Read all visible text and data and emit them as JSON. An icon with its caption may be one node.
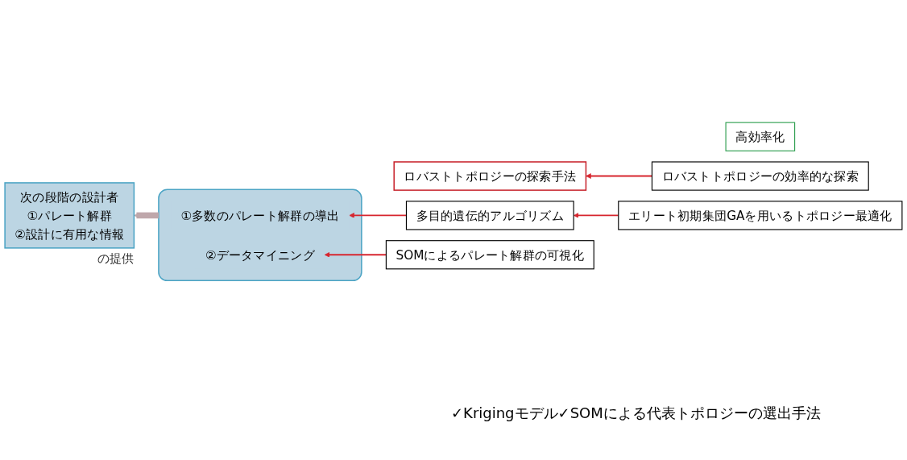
{
  "diagram": {
    "nodes": [
      {
        "text": [
          "ロバストトポロジーの探索手法"
        ]
      },
      {
        "text": [],
        "shape": "box"
      },
      {
        "text": [
          "①多数のパレート解群の導出"
        ],
        "in": 1
      },
      {
        "text": [
          "②データマイニング"
        ],
        "in": 1
      },
      {
        "text": [
          "多目的遺伝的アルゴリズム"
        ]
      },
      {
        "text": [
          "高効率化"
        ]
      },
      {
        "text": [
          "SOMによるパレート解群の可視化"
        ]
      },
      {
        "text": [
          "次の段階の設計者",
          "①パレート解群",
          "②設計に有用な情報"
        ],
        "beside": [
          "の提供"
        ]
      },
      {
        "text": [
          "ロバストトポロジーの効率的な探索"
        ]
      },
      {
        "text": [
          "エリート初期集団GAを用いるトポロジー最適化"
        ]
      }
    ],
    "edges": [
      {
        "from": 4,
        "to": 2,
        "arrow": "to"
      },
      {
        "from": 6,
        "to": 3,
        "arrow": "to"
      },
      {
        "from": 8,
        "to": 0,
        "arrow": "to"
      },
      {
        "from": 9,
        "to": 4,
        "arrow": "to"
      },
      {
        "from": 1,
        "to": 7,
        "arrow": "to",
        "style": "thick",
        "color": "#bfa7ab"
      }
    ],
    "labels": [
      "✓Krigingモデル",
      "✓SOMによる代表トポロジーの選出手法"
    ]
  }
}
